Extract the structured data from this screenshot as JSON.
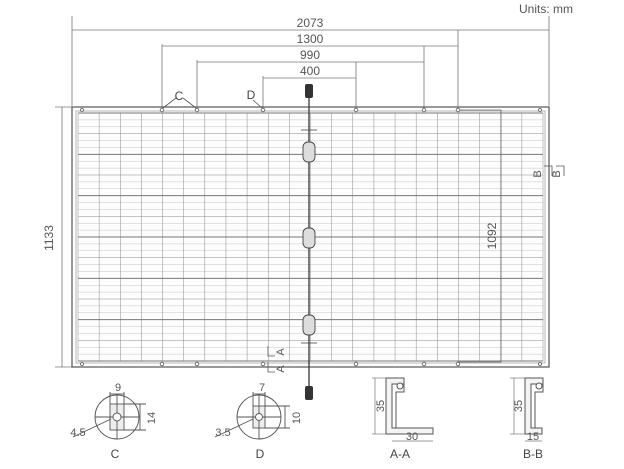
{
  "units_label": "Units: mm",
  "dimensions": {
    "overall_length": "2073",
    "mount_outer": "1300",
    "mount_mid": "990",
    "mount_inner": "400",
    "overall_width": "1133",
    "inner_span": "1092"
  },
  "callouts": {
    "c": "C",
    "d": "D",
    "section_a": "A",
    "section_b": "B"
  },
  "detail_c": {
    "label": "C",
    "top": "9",
    "side": "14",
    "left": "4.5"
  },
  "detail_d": {
    "label": "D",
    "top": "7",
    "side": "10",
    "left": "3.5"
  },
  "section_aa": {
    "label": "A-A",
    "height": "35",
    "width": "30"
  },
  "section_bb": {
    "label": "B-B",
    "height": "35",
    "width": "15"
  }
}
